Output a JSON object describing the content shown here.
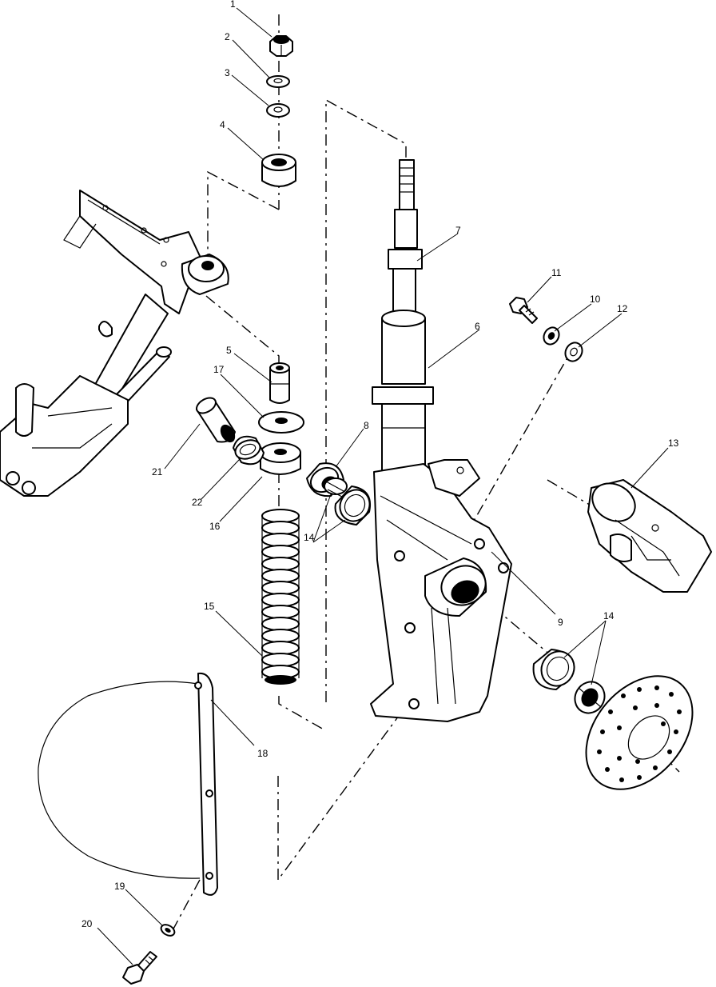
{
  "callouts": {
    "c1": "1",
    "c2": "2",
    "c3": "3",
    "c4": "4",
    "c5": "5",
    "c6": "6",
    "c7": "7",
    "c8": "8",
    "c9": "9",
    "c10": "10",
    "c11": "11",
    "c12": "12",
    "c13": "13",
    "c14a": "14",
    "c14b": "14",
    "c15": "15",
    "c16": "16",
    "c17": "17",
    "c18": "18",
    "c19": "19",
    "c20": "20",
    "c21": "21",
    "c22": "22"
  }
}
